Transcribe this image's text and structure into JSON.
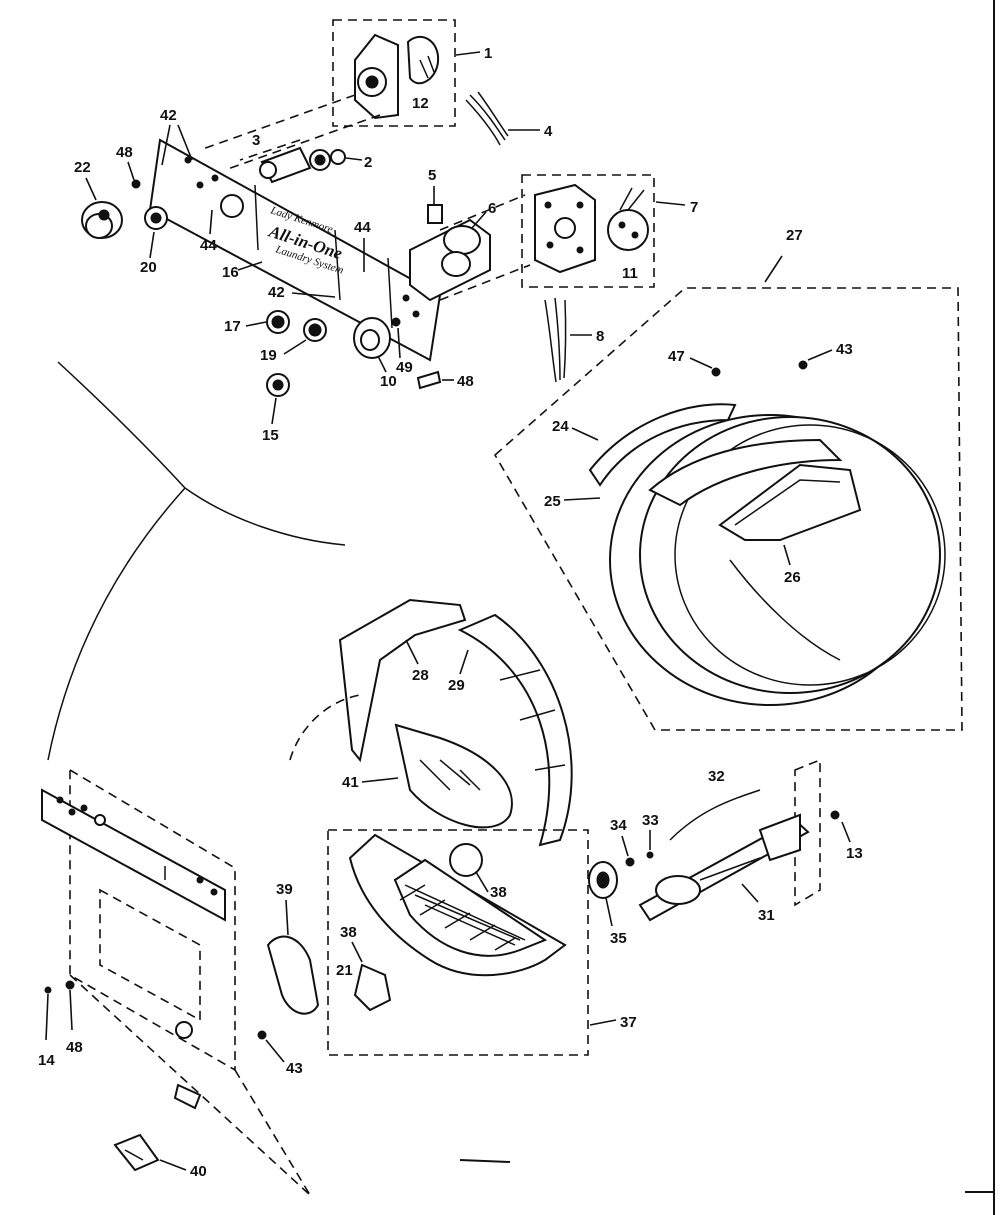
{
  "diagram": {
    "callouts": {
      "c1": "1",
      "c12": "12",
      "c4": "4",
      "c42a": "42",
      "c48a": "48",
      "c3": "3",
      "c2": "2",
      "c22": "22",
      "c20": "20",
      "c44a": "44",
      "c16": "16",
      "c5": "5",
      "c6": "6",
      "c7": "7",
      "c11": "11",
      "c44b": "44",
      "c42b": "42",
      "c17": "17",
      "c19": "19",
      "c10": "10",
      "c49": "49",
      "c48b": "48",
      "c15": "15",
      "c8": "8",
      "c27": "27",
      "c47": "47",
      "c43a": "43",
      "c24": "24",
      "c25": "25",
      "c26": "26",
      "c28": "28",
      "c29": "29",
      "c41": "41",
      "c32": "32",
      "c34": "34",
      "c33": "33",
      "c13": "13",
      "c39": "39",
      "c38a": "38",
      "c38b": "38",
      "c21": "21",
      "c35": "35",
      "c31": "31",
      "c37": "37",
      "c14": "14",
      "c48c": "48",
      "c43b": "43",
      "c40": "40"
    },
    "brand": {
      "small": "Lady Kenmore",
      "large": "All-in-One",
      "sub": "Laundry System"
    }
  }
}
